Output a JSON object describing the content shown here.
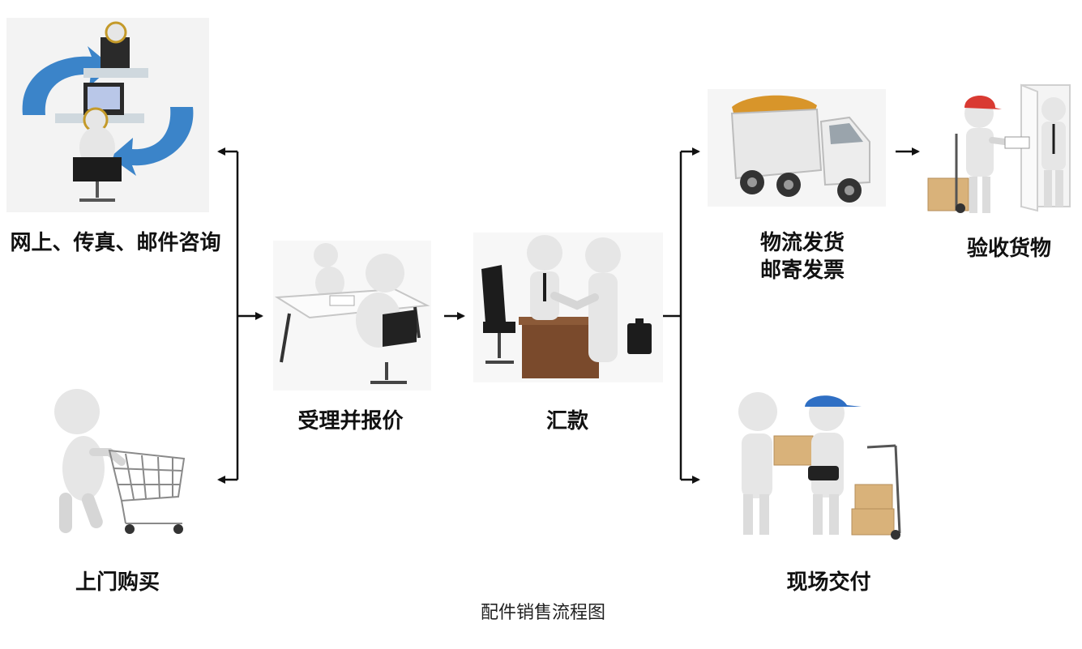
{
  "steps": {
    "inquiry": {
      "label": "网上、传真、邮件咨询"
    },
    "visit": {
      "label": "上门购买"
    },
    "quote": {
      "label": "受理并报价"
    },
    "payment": {
      "label": "汇款"
    },
    "shipping": {
      "label_line1": "物流发货",
      "label_line2": "邮寄发票"
    },
    "accept": {
      "label": "验收货物"
    },
    "onsite": {
      "label": "现场交付"
    }
  },
  "caption": "配件销售流程图",
  "colors": {
    "arrow": "#111111",
    "figure": "#e6e6e6",
    "figure_shadow": "#bdbdbd",
    "accent_blue": "#3b84c9",
    "cap_red": "#d93a32",
    "cap_blue": "#2f6fc4",
    "box": "#d9b27a",
    "desk_brown": "#7a4a2c",
    "truck_cargo": "#d8952a"
  },
  "icons": [
    "computer-desk-icon",
    "shopping-cart-icon",
    "meeting-table-icon",
    "handshake-icon",
    "delivery-truck-icon",
    "door-receipt-icon",
    "parcel-handover-icon"
  ]
}
